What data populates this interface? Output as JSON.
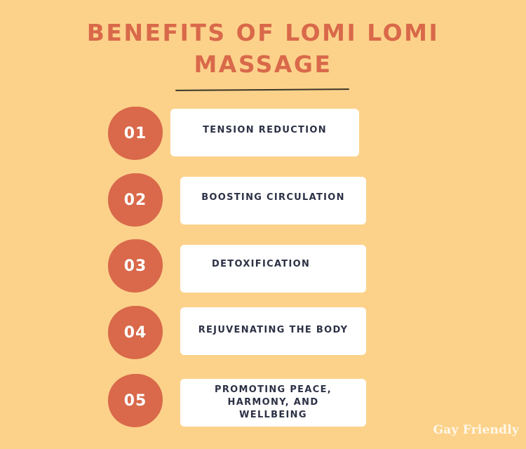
{
  "title": {
    "line1": "Benefits of Lomi Lomi",
    "line2": "Massage"
  },
  "colors": {
    "background": "#FCD28B",
    "accent": "#D9694A",
    "card": "#FFFFFF",
    "card_text": "#2C3145"
  },
  "items": [
    {
      "number": "01",
      "label": "Tension Reduction"
    },
    {
      "number": "02",
      "label": "Boosting Circulation"
    },
    {
      "number": "03",
      "label": "Detoxification"
    },
    {
      "number": "04",
      "label": "Rejuvenating the Body"
    },
    {
      "number": "05",
      "label": "Promoting Peace, Harmony, and Wellbeing",
      "lines": [
        "Promoting Peace,",
        "Harmony, and",
        "Wellbeing"
      ]
    }
  ],
  "watermark": "Gay Friendly"
}
